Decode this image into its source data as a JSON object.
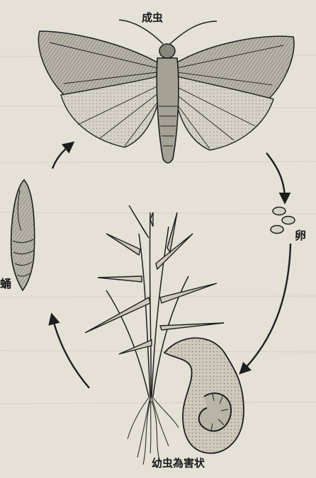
{
  "labels": {
    "adult": "成虫",
    "egg": "卵",
    "pupa": "蛹",
    "larva_damage": "幼虫為害状"
  },
  "colors": {
    "paper": "#e6e1d6",
    "ink": "#1e1e1e",
    "shade": "#8b877e"
  }
}
